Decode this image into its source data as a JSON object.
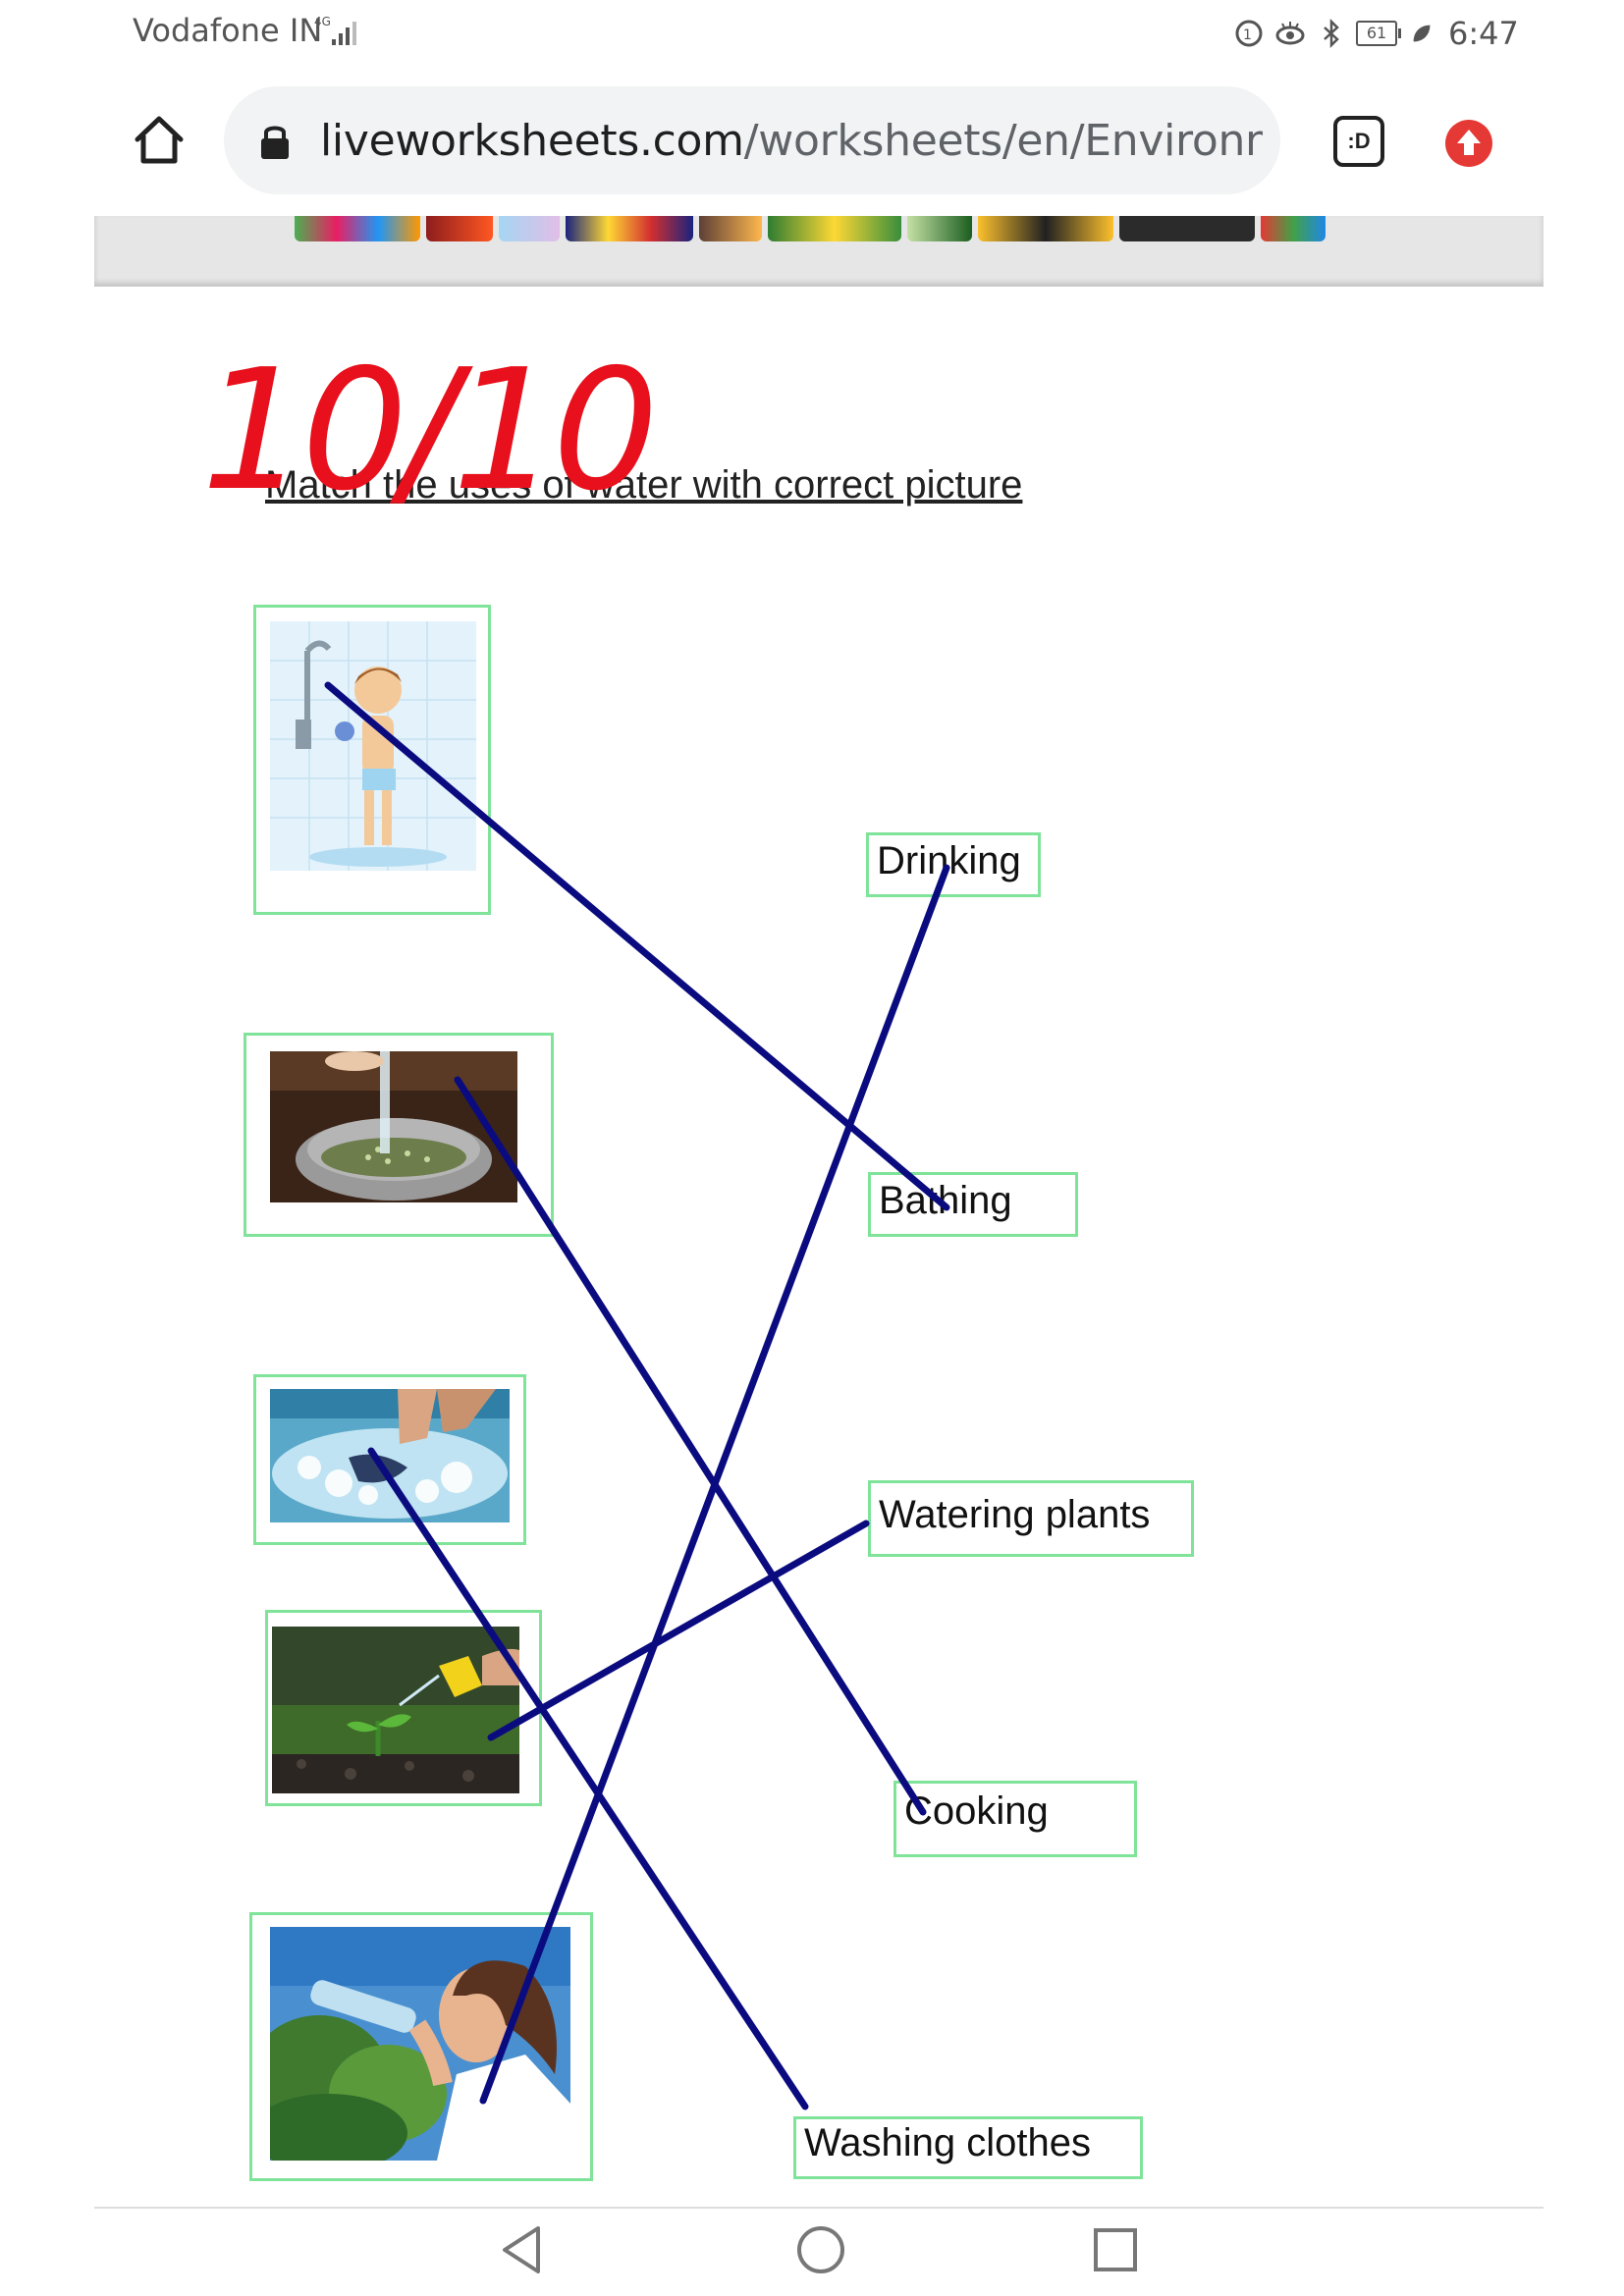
{
  "status_bar": {
    "carrier": "Vodafone IN",
    "signal_label": "4G",
    "battery": "61",
    "time": "6:47"
  },
  "browser": {
    "url_host": "liveworksheets.com",
    "url_path": "/worksheets/en/Environmen",
    "tab_switcher_label": ":D"
  },
  "worksheet": {
    "score": "10/10",
    "instruction": "Match the uses of water with correct picture",
    "pictures": [
      {
        "id": "shower",
        "icon": "child-showering-image"
      },
      {
        "id": "pot",
        "icon": "water-pouring-into-pot-image"
      },
      {
        "id": "washing",
        "icon": "hands-washing-clothes-in-tub-image"
      },
      {
        "id": "watering",
        "icon": "watering-sprout-image"
      },
      {
        "id": "drinking",
        "icon": "woman-drinking-water-image"
      }
    ],
    "labels": [
      {
        "id": "drinking",
        "text": "Drinking"
      },
      {
        "id": "bathing",
        "text": "Bathing"
      },
      {
        "id": "watering",
        "text": "Watering plants"
      },
      {
        "id": "cooking",
        "text": "Cooking"
      },
      {
        "id": "washing",
        "text": "Washing clothes"
      }
    ],
    "matches": [
      {
        "picture": "shower",
        "label": "bathing"
      },
      {
        "picture": "pot",
        "label": "cooking"
      },
      {
        "picture": "washing",
        "label": "washing"
      },
      {
        "picture": "watering",
        "label": "watering"
      },
      {
        "picture": "drinking",
        "label": "drinking"
      }
    ],
    "line_color": "#0b0b80",
    "box_border_color": "#7fe39a",
    "score_color": "#e8101c"
  }
}
